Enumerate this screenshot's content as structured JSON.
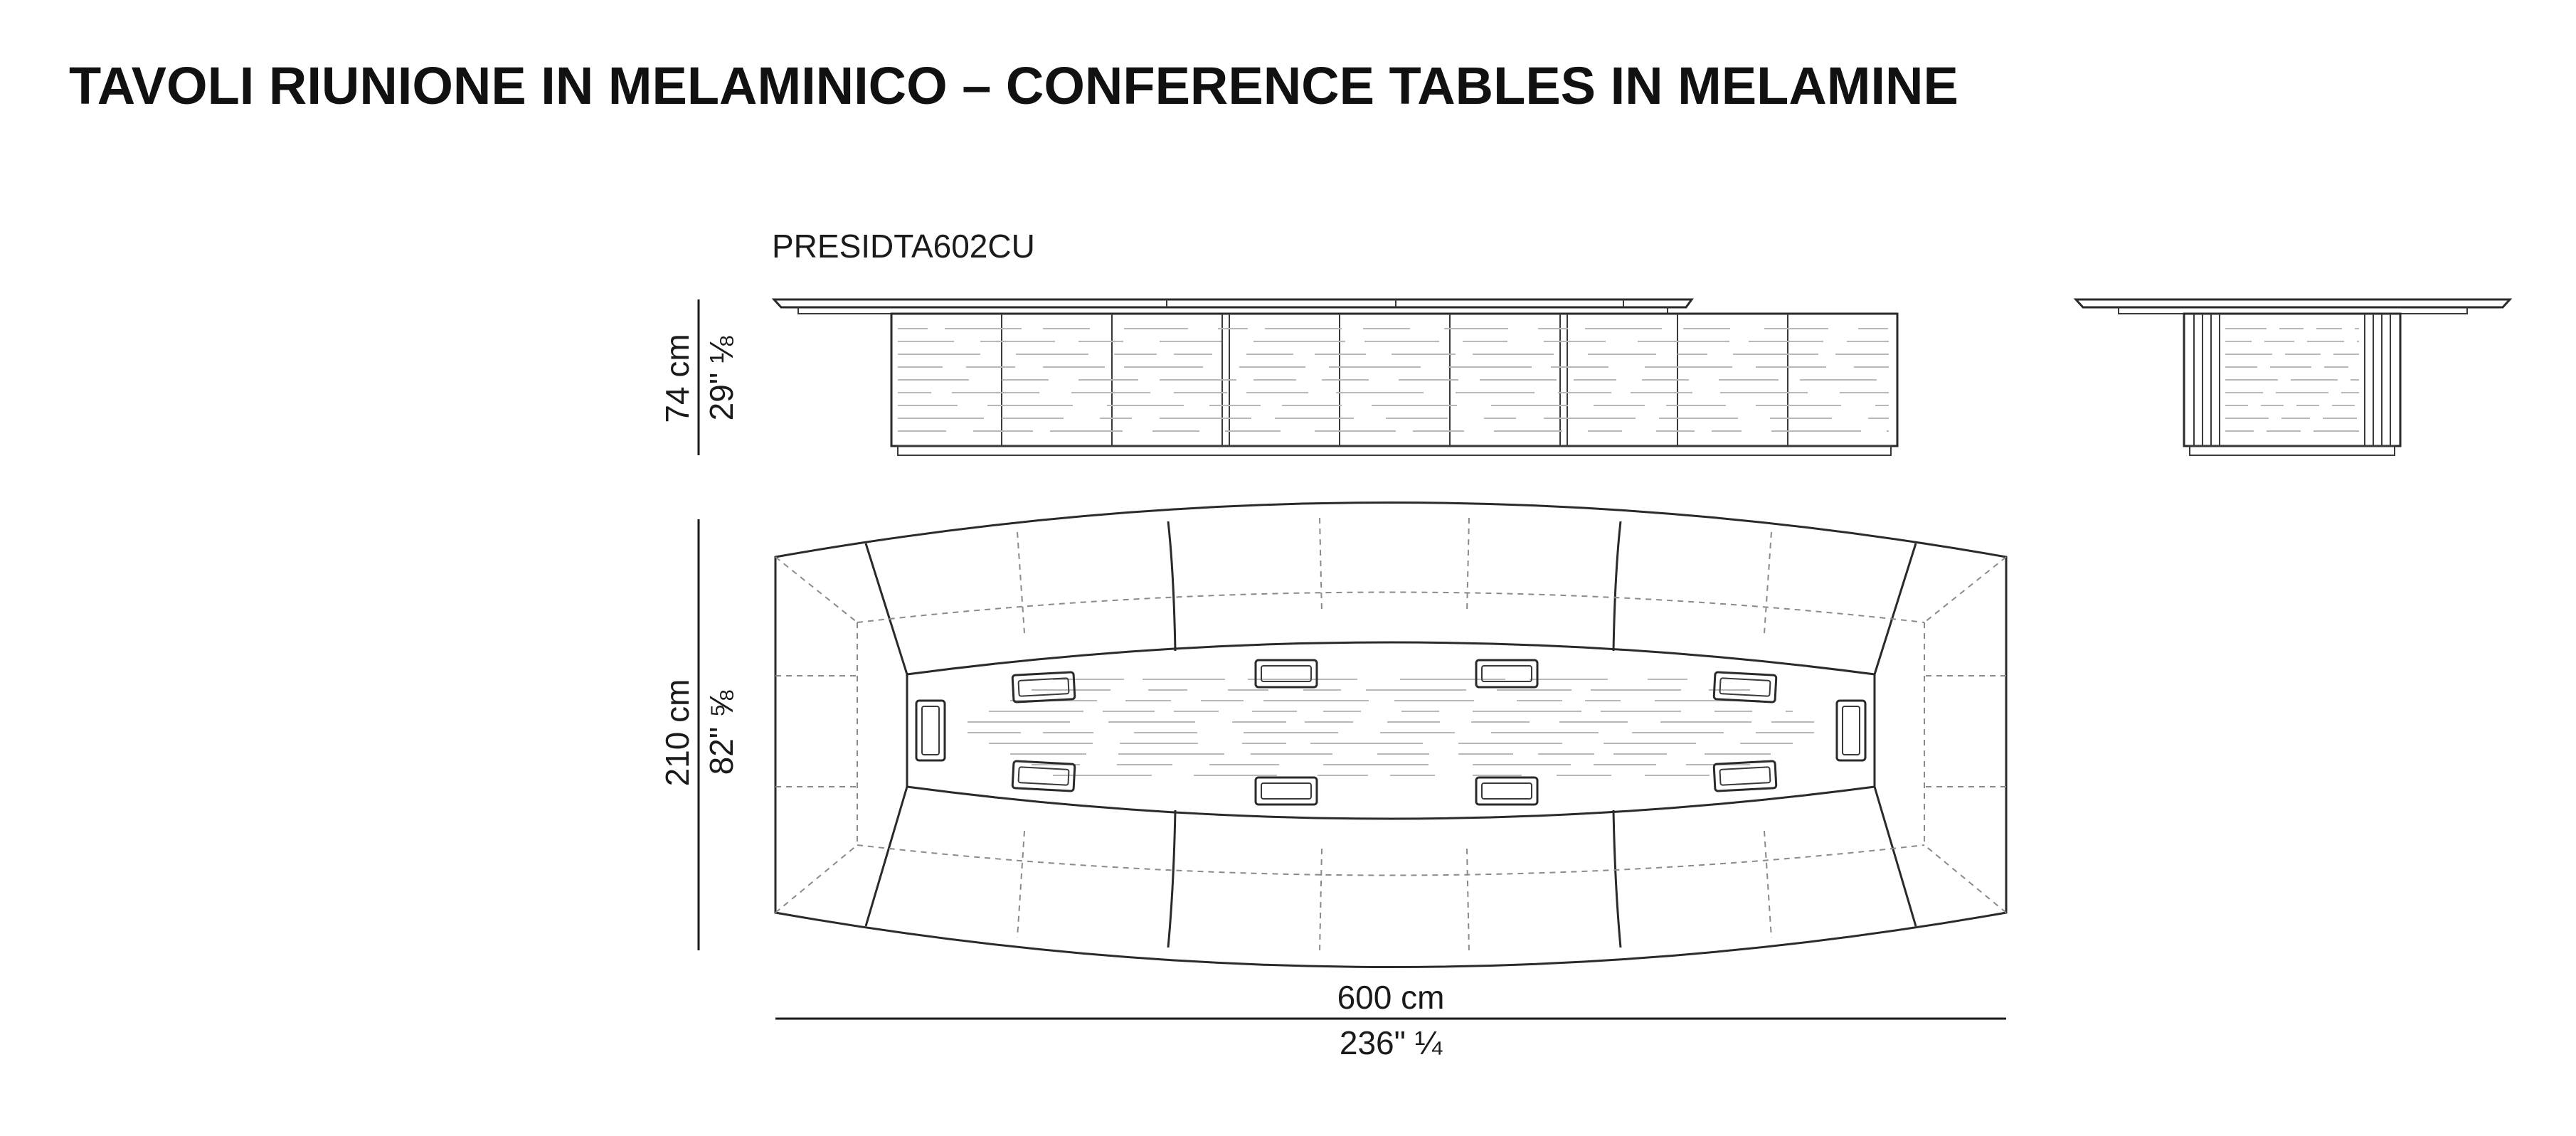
{
  "title": "TAVOLI RIUNIONE IN MELAMINICO – CONFERENCE TABLES IN MELAMINE",
  "model_code": "PRESIDTA602CU",
  "dimensions": {
    "height_cm": "74 cm",
    "height_in": "29\" ⅛",
    "depth_cm": "210 cm",
    "depth_in": "82\" ⅝",
    "width_cm": "600 cm",
    "width_in": "236\" ¼"
  }
}
